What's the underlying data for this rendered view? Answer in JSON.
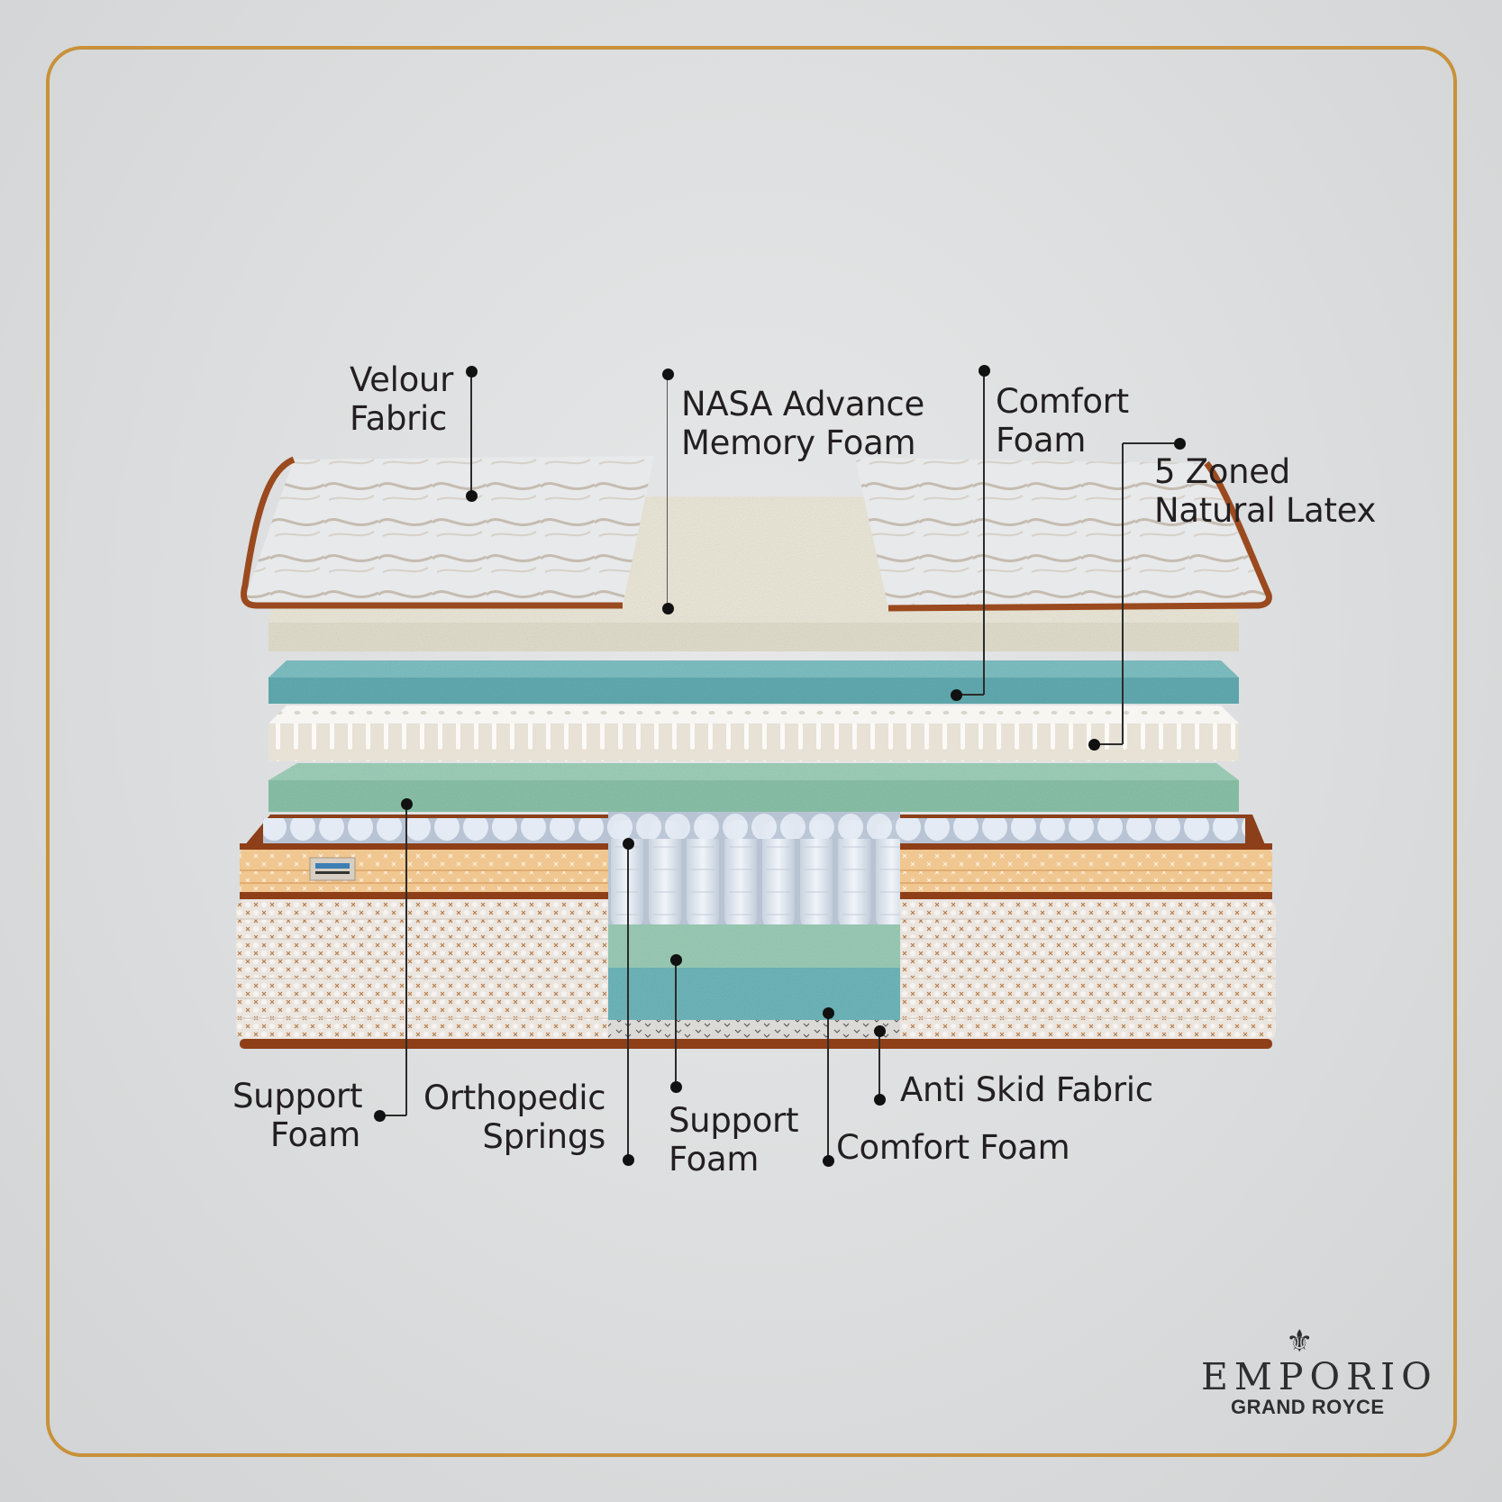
{
  "title": "Mattress layer cross-section diagram",
  "colors": {
    "frame_border": "#c8913a",
    "background": "#dfe0e1",
    "label_text": "#231f20",
    "trim_copper": "#9a4a1e",
    "velour_fabric": "#e9eaec",
    "memory_foam": "#e6e3d2",
    "comfort_foam": "#6cb2b6",
    "latex": "#efebe4",
    "support_foam": "#8ec5ad",
    "springs": "#dfe6f0",
    "side_quilt": "#e8e2dc",
    "quilt_band": "#eec08a",
    "anti_skid": "#d8d6d3"
  },
  "labels": {
    "velour_fabric": [
      "Velour",
      "Fabric"
    ],
    "nasa_memory_foam": [
      "NASA Advance",
      "Memory Foam"
    ],
    "comfort_foam_top": [
      "Comfort",
      "Foam"
    ],
    "zoned_latex": [
      "5 Zoned",
      "Natural Latex"
    ],
    "support_foam_left": [
      "Support",
      "Foam"
    ],
    "orthopedic_springs": [
      "Orthopedic",
      "Springs"
    ],
    "support_foam_center": [
      "Support",
      "Foam"
    ],
    "comfort_foam_bottom": "Comfort Foam",
    "anti_skid_fabric": "Anti Skid Fabric"
  },
  "icons": {
    "fleur_de_lis": "⚜"
  },
  "logo": {
    "brand": "EMPORIO",
    "product": "GRAND ROYCE"
  }
}
